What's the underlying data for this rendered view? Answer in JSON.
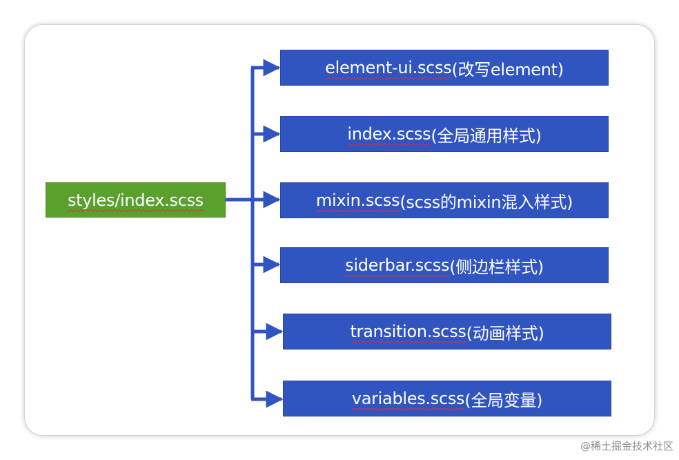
{
  "diagram": {
    "root": {
      "file": "styles/index.scss"
    },
    "children": [
      {
        "file": "element-ui.scss",
        "desc": "(改写element)"
      },
      {
        "file": "index.scss",
        "desc": "(全局通用样式)"
      },
      {
        "file": "mixin.scss",
        "desc": "(scss的mixin混入样式)"
      },
      {
        "file": "siderbar.scss",
        "desc": "(侧边栏样式)"
      },
      {
        "file": "transition.scss",
        "desc": "(动画样式)"
      },
      {
        "file": "variables.scss",
        "desc": "(全局变量)"
      }
    ]
  },
  "watermark": "@稀土掘金技术社区",
  "colors": {
    "root_fill": "#5aa02c",
    "leaf_fill": "#3054c0",
    "connector": "#3054c0",
    "spellcheck_underline": "#e0303a"
  }
}
